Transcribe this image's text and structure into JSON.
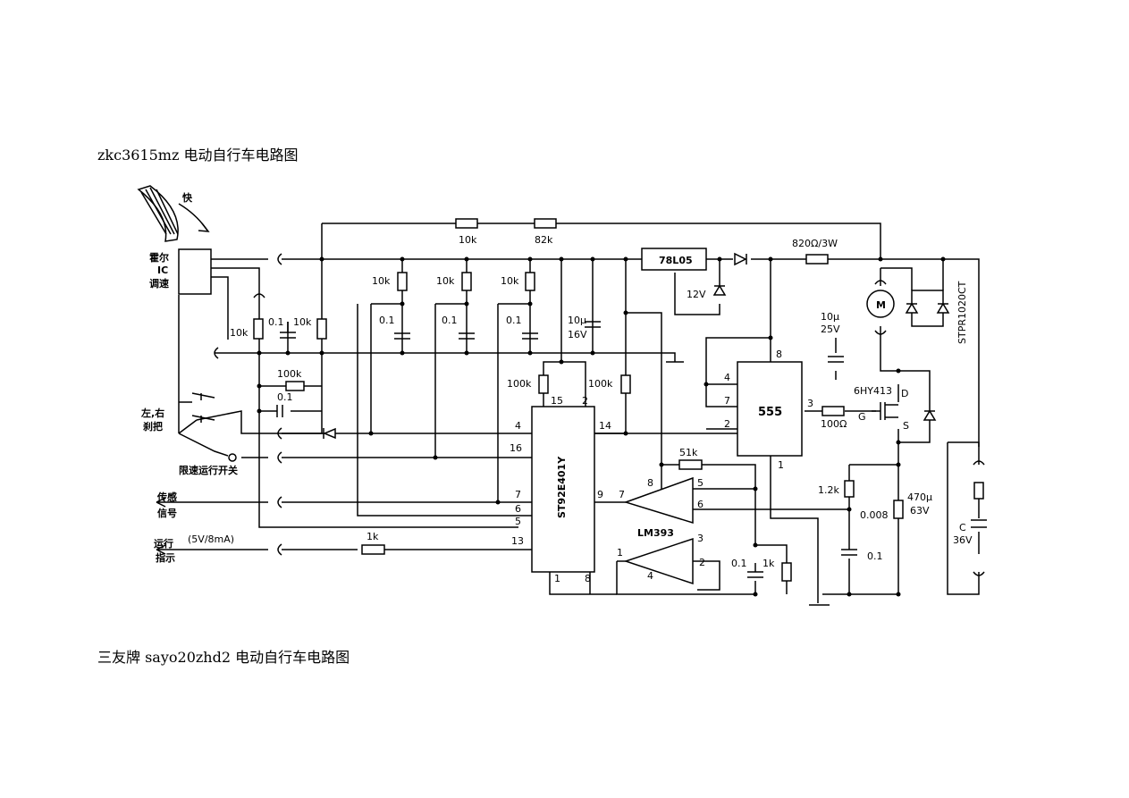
{
  "captions": {
    "top": "zkc3615mz 电动自行车电路图",
    "bottom": "三友牌 sayo20zhd2 电动自行车电路图"
  },
  "schematic": {
    "handle_fast": "快",
    "hall_ic": [
      "霍尔",
      "IC",
      "调速"
    ],
    "brake": [
      "左,右",
      "刹把"
    ],
    "speed_switch": "限速运行开关",
    "sensor_signal": [
      "传感",
      "信号"
    ],
    "run_indicator": [
      "运行",
      "指示"
    ],
    "indicator_spec": "(5V/8mA)",
    "ic_main": "ST92E401Y",
    "ic_timer": "555",
    "ic_comparator": "LM393",
    "regulator": "78L05",
    "mosfet": "6HY413",
    "diode_module": "STPR1020CT",
    "motor": "M",
    "components": {
      "r_10k_top": "10k",
      "r_82k": "82k",
      "r_820": "820Ω/3W",
      "zener_12v": "12V",
      "r_10k_a": "10k",
      "r_10k_b": "10k",
      "r_10k_c": "10k",
      "r_10k_d": "10k",
      "r_10k_e": "10k",
      "c_01_a": "0.1",
      "c_01_b": "0.1",
      "c_01_c": "0.1",
      "c_01_d": "0.1",
      "c_01_e": "0.1",
      "c_01_f": "0.1",
      "c_01_g": "0.1",
      "c_10u_16v": [
        "10μ",
        "16V"
      ],
      "c_10u_25v": [
        "10μ",
        "25V"
      ],
      "r_100k_a": "100k",
      "r_100k_b": "100k",
      "r_100k_c": "100k",
      "r_100": "100Ω",
      "r_51k": "51k",
      "r_1k_a": "1k",
      "r_1k_b": "1k",
      "r_12k": "1.2k",
      "c_0008": "0.008",
      "c_470u": [
        "470μ",
        "63V"
      ],
      "battery": [
        "C",
        "36V"
      ]
    },
    "mosfet_pins": {
      "d": "D",
      "g": "G",
      "s": "S"
    },
    "pins_main": [
      "15",
      "2",
      "4",
      "14",
      "16",
      "7",
      "6",
      "5",
      "9",
      "13",
      "1",
      "8"
    ],
    "pins_555": [
      "8",
      "4",
      "7",
      "3",
      "2",
      "1"
    ],
    "pins_lm393": [
      "8",
      "5",
      "7",
      "6",
      "1",
      "3",
      "2",
      "4"
    ]
  }
}
